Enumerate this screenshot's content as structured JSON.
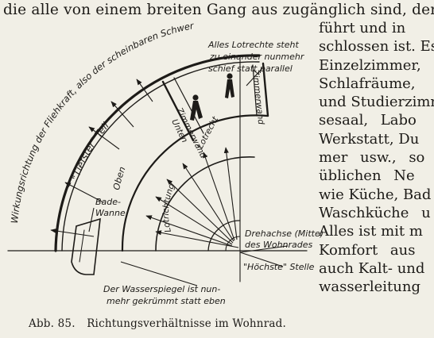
{
  "text": {
    "top_line": "die alle von einem breiten Gang aus zugänglich sind, der",
    "right_column": [
      "führt und in",
      "schlossen ist. Es",
      "Einzelzimmer,",
      "Schlafräume,",
      "und Studierzimm",
      "sesaal,    Labo",
      "Werkstatt, Du",
      "mer usw.,    so",
      "üblichen    Ne",
      "wie Küche, Bad",
      "Waschküche    u",
      "Alles ist mit m",
      "Komfort    aus",
      "auch Kalt- und",
      "wasserleitung"
    ]
  },
  "figure": {
    "caption_number": "Abb. 85.",
    "caption_text": "Richtungsverhältnisse im Wohnrad.",
    "labels": {
      "scheinbare_schwere": "Wirkungsrichtung der Fliehkraft, also der scheinbaren Schwere",
      "lotrechte_1": "Alles Lotrechte steht",
      "lotrechte_2": "zu einander nunmehr",
      "lotrechte_3": "schief statt parallel",
      "tiefster_teil": "\"Tiefster\" Teil",
      "zimmerwand_unten_1": "Zimmerwand",
      "zimmerwand_unten_2": "Unten",
      "zimmerwand_right": "Zimmerwand",
      "oben": "Oben",
      "lotrichtung": "Lotrichtung",
      "lotrecht": "Lotrecht",
      "bade": "Bade-",
      "wanne": "Wanne",
      "drehachse_1": "Drehachse (Mitte)",
      "drehachse_2": "des Wohnrades",
      "hoechste_stelle": "\"Höchste\" Stelle",
      "wasserspiegel_1": "Der Wasserspiegel ist nun-",
      "wasserspiegel_2": "mehr gekrümmt statt eben"
    },
    "icons": {
      "standing_person_left": "person-icon",
      "standing_person_right": "person-icon"
    }
  }
}
